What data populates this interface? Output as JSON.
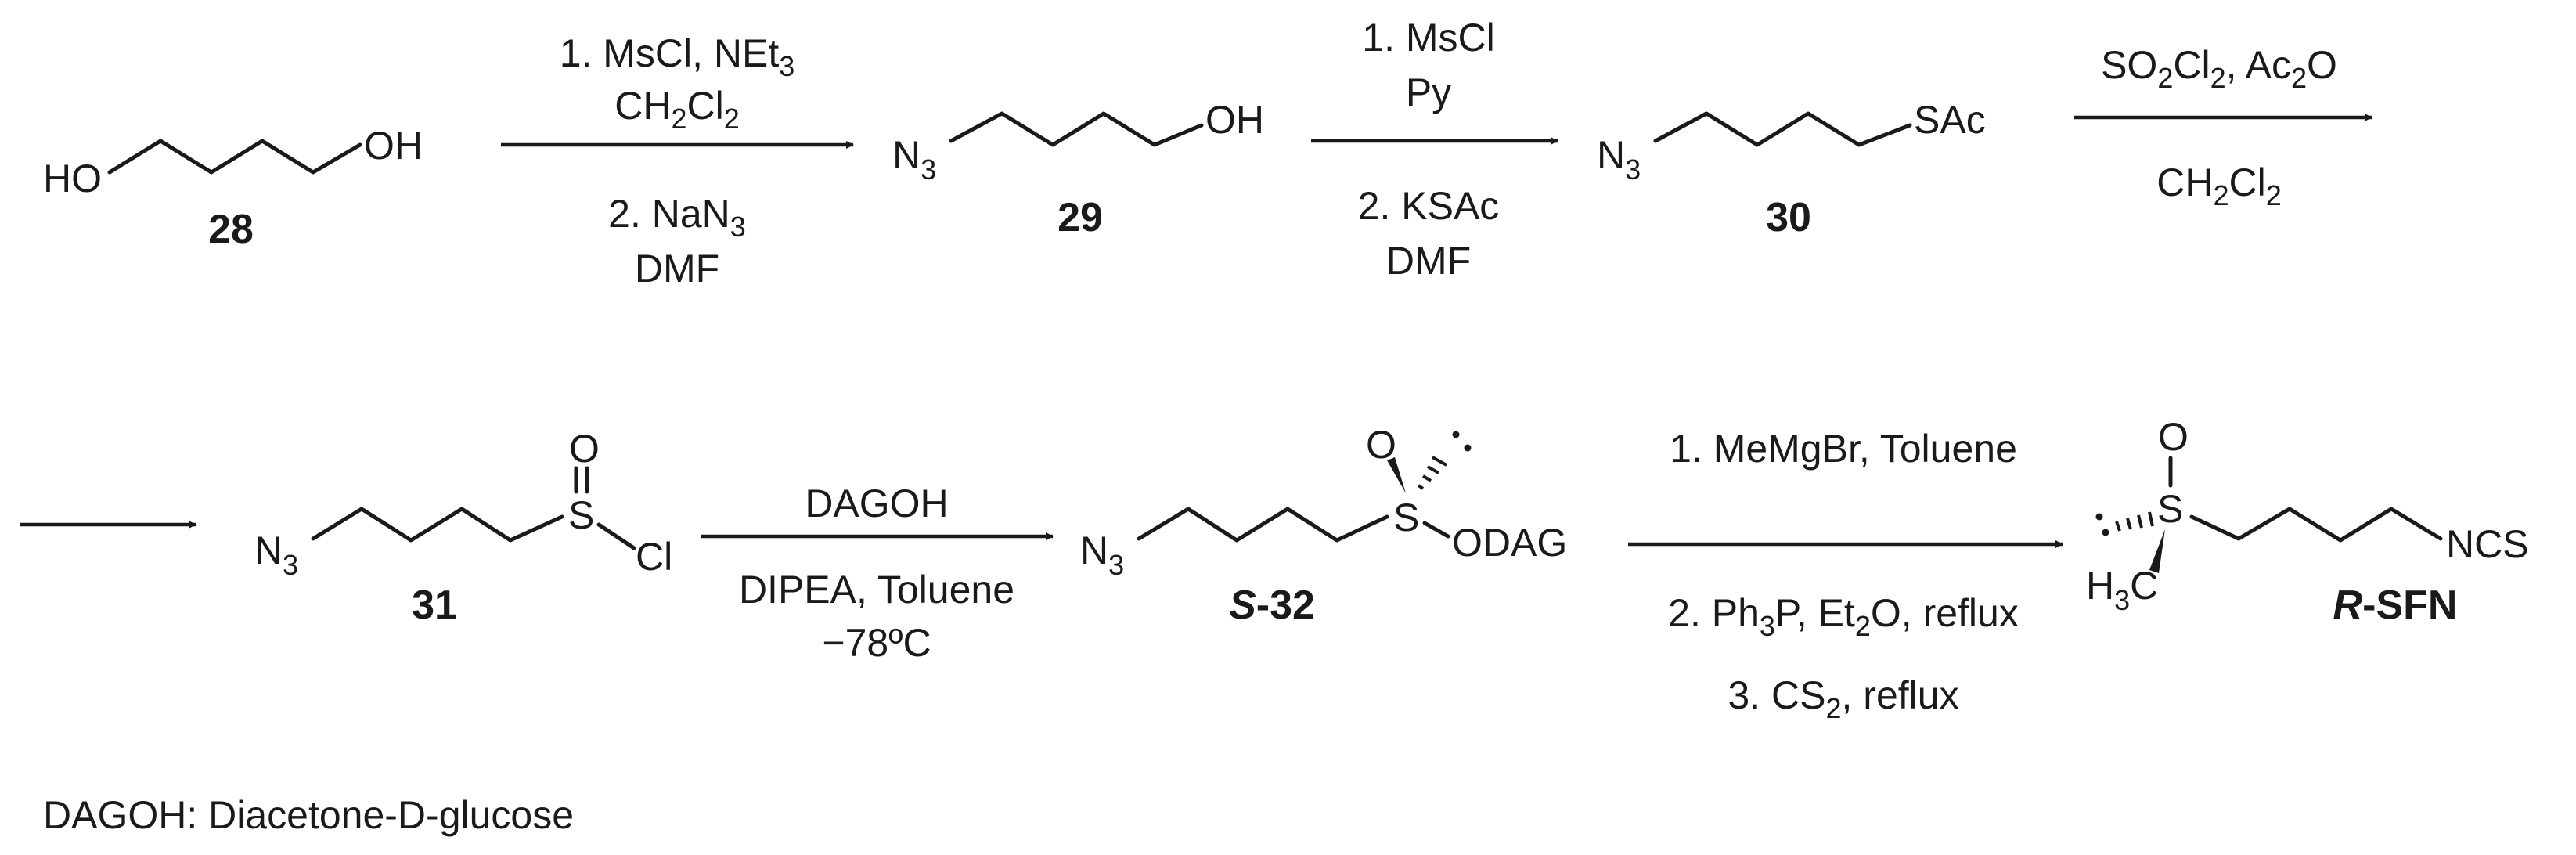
{
  "scheme": {
    "compounds": {
      "c28": {
        "label": "28",
        "left_group": "HO",
        "right_group": "OH"
      },
      "c29": {
        "label": "29",
        "azide": "N",
        "azide_sub": "3",
        "right_group": "OH"
      },
      "c30": {
        "label": "30",
        "azide": "N",
        "azide_sub": "3",
        "right_group": "SAc"
      },
      "c31": {
        "label": "31",
        "azide": "N",
        "azide_sub": "3",
        "sulfur": "S",
        "oxygen": "O",
        "chlorine": "Cl"
      },
      "s32": {
        "label_stereo": "S",
        "label_num": "-32",
        "azide": "N",
        "azide_sub": "3",
        "sulfur": "S",
        "oxygen": "O",
        "odag": "ODAG"
      },
      "rsfn": {
        "label_stereo": "R",
        "label_name": "-SFN",
        "sulfur": "S",
        "oxygen": "O",
        "methyl_h": "H",
        "methyl_sub": "3",
        "methyl_c": "C",
        "ncs": "NCS"
      }
    },
    "conditions": {
      "step1": {
        "above_line1": "1. MsCl, NEt",
        "above_line1_sub": "3",
        "above_line2_a": "CH",
        "above_line2_sub1": "2",
        "above_line2_b": "Cl",
        "above_line2_sub2": "2",
        "below_line1_a": "2. NaN",
        "below_line1_sub": "3",
        "below_line2": "DMF"
      },
      "step2": {
        "above_line1": "1. MsCl",
        "above_line2": "Py",
        "below_line1": "2. KSAc",
        "below_line2": "DMF"
      },
      "step3": {
        "above_a": "SO",
        "above_sub1": "2",
        "above_b": "Cl",
        "above_sub2": "2",
        "above_c": ", Ac",
        "above_sub3": "2",
        "above_d": "O",
        "below_a": "CH",
        "below_sub1": "2",
        "below_b": "Cl",
        "below_sub2": "2"
      },
      "step4": {
        "above": "DAGOH",
        "below_line1": "DIPEA, Toluene",
        "below_line2": "−78ºC"
      },
      "step5": {
        "above": "1. MeMgBr, Toluene",
        "below_line1_a": "2. Ph",
        "below_line1_sub1": "3",
        "below_line1_b": "P,  Et",
        "below_line1_sub2": "2",
        "below_line1_c": "O, reflux",
        "below_line2_a": "3. CS",
        "below_line2_sub": "2",
        "below_line2_b": ", reflux"
      }
    },
    "footnote": "DAGOH: Diacetone-D-glucose"
  }
}
